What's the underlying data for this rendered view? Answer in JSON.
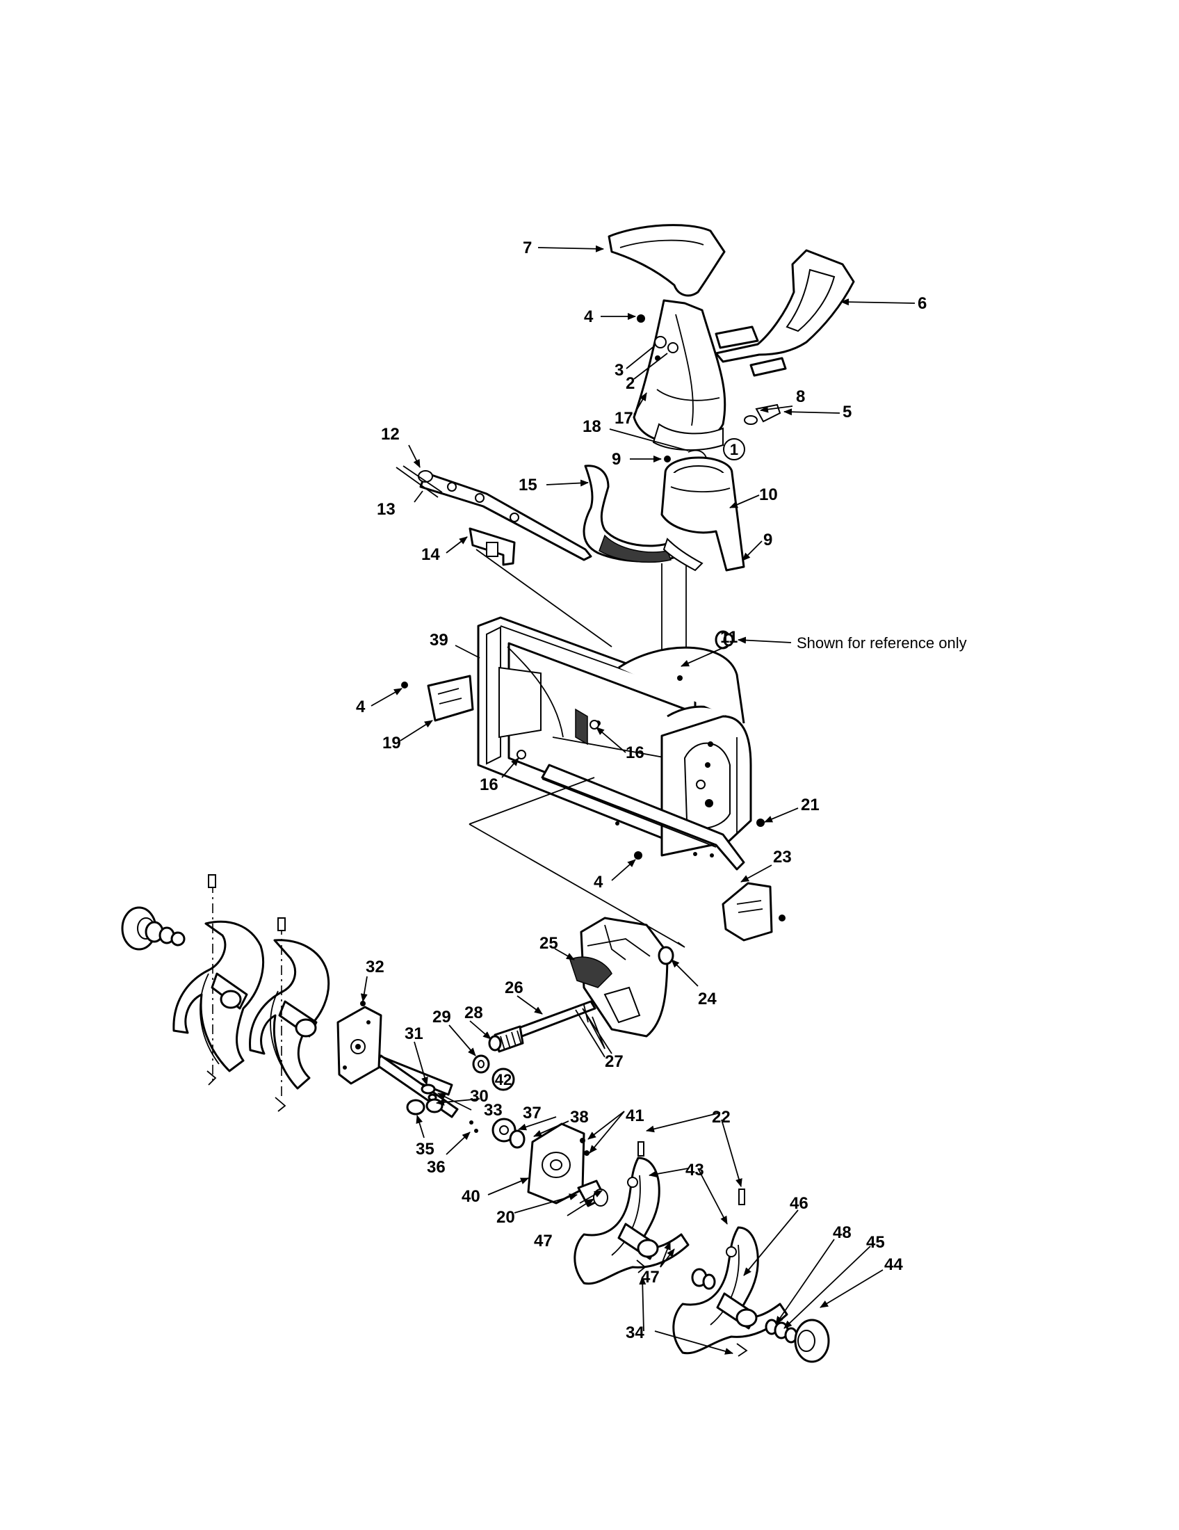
{
  "diagram": {
    "callouts": [
      {
        "id": "1",
        "circled": true
      },
      {
        "id": "2"
      },
      {
        "id": "3"
      },
      {
        "id": "4"
      },
      {
        "id": "5"
      },
      {
        "id": "6"
      },
      {
        "id": "7"
      },
      {
        "id": "8"
      },
      {
        "id": "9"
      },
      {
        "id": "10"
      },
      {
        "id": "11"
      },
      {
        "id": "12"
      },
      {
        "id": "13"
      },
      {
        "id": "14"
      },
      {
        "id": "15"
      },
      {
        "id": "16"
      },
      {
        "id": "17"
      },
      {
        "id": "18"
      },
      {
        "id": "19"
      },
      {
        "id": "20"
      },
      {
        "id": "21"
      },
      {
        "id": "22"
      },
      {
        "id": "23"
      },
      {
        "id": "24"
      },
      {
        "id": "25"
      },
      {
        "id": "26"
      },
      {
        "id": "27"
      },
      {
        "id": "28"
      },
      {
        "id": "29"
      },
      {
        "id": "30"
      },
      {
        "id": "31"
      },
      {
        "id": "32"
      },
      {
        "id": "33"
      },
      {
        "id": "34"
      },
      {
        "id": "35"
      },
      {
        "id": "36"
      },
      {
        "id": "37"
      },
      {
        "id": "38"
      },
      {
        "id": "39"
      },
      {
        "id": "40"
      },
      {
        "id": "41"
      },
      {
        "id": "42",
        "circled": true
      },
      {
        "id": "43"
      },
      {
        "id": "44"
      },
      {
        "id": "45"
      },
      {
        "id": "46"
      },
      {
        "id": "47"
      },
      {
        "id": "48"
      }
    ],
    "note": "Shown for reference only"
  }
}
